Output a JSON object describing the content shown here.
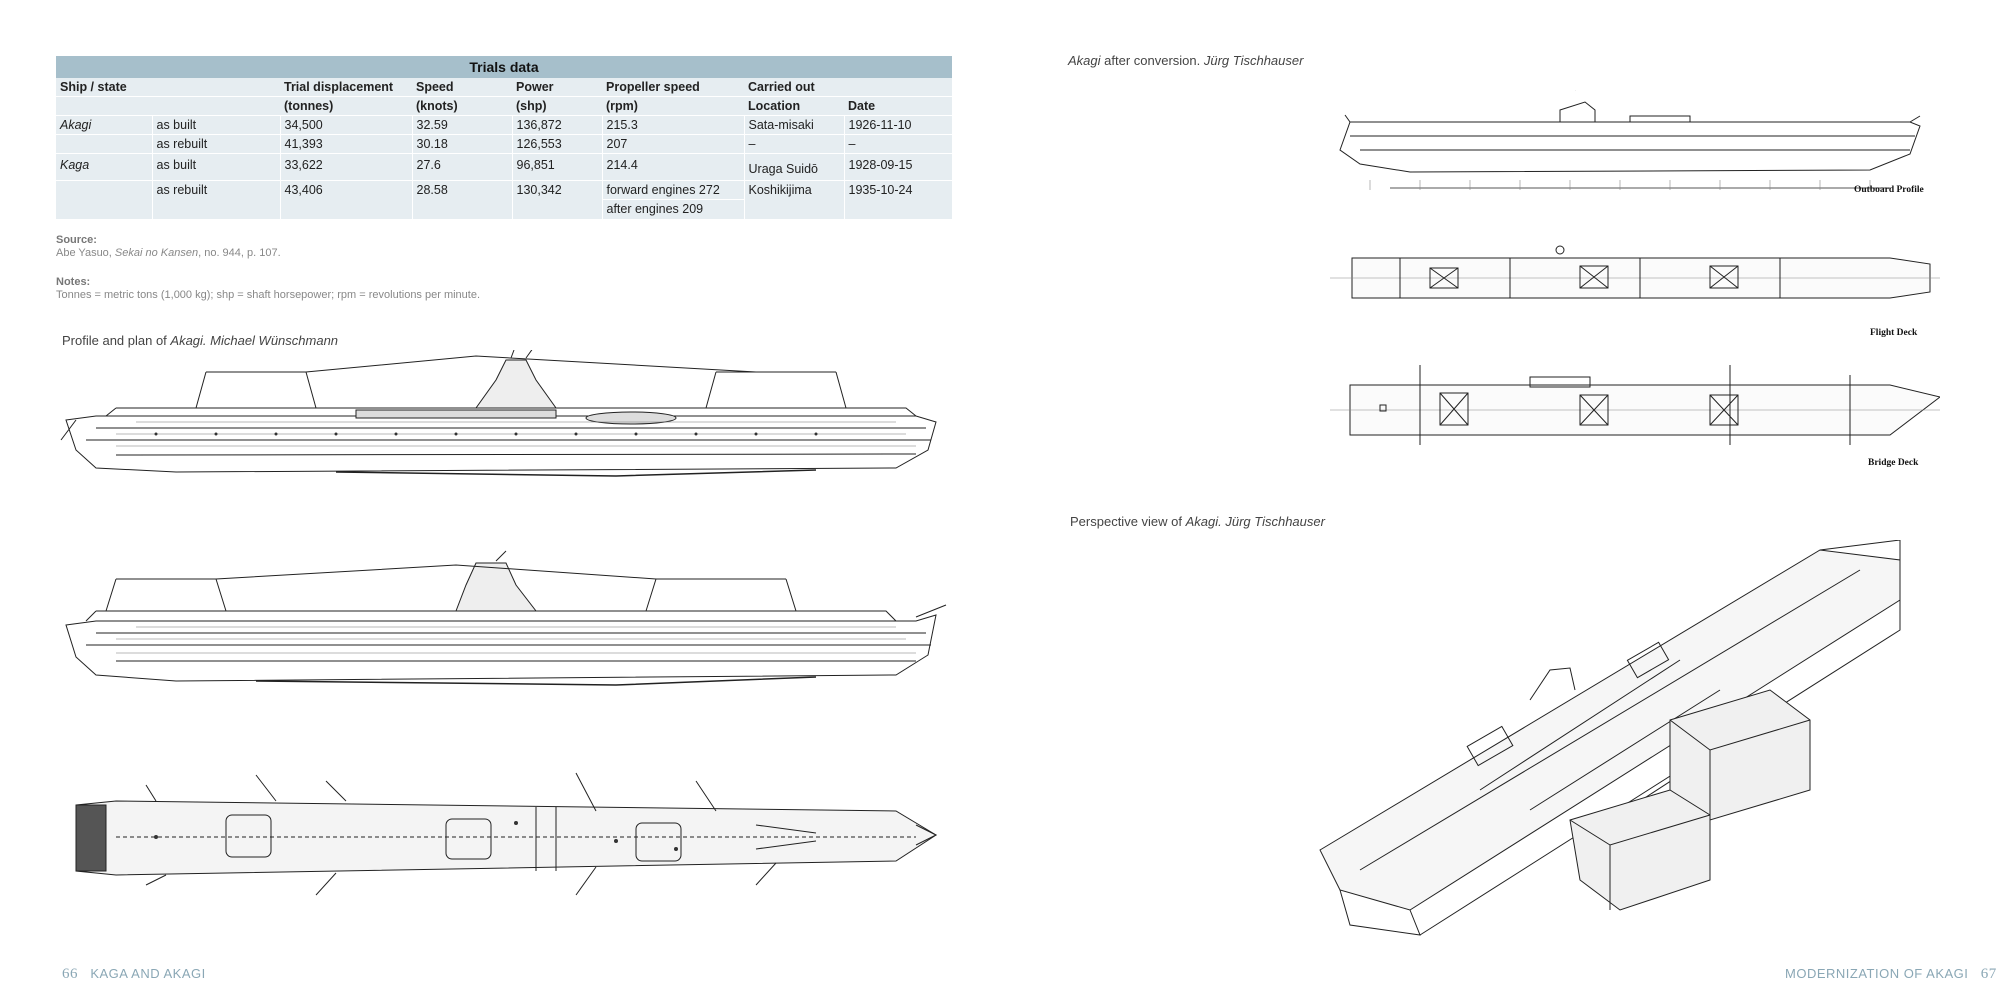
{
  "trials_table": {
    "title": "Trials data",
    "headers1": [
      "Ship / state",
      "Trial displacement",
      "Speed",
      "Power",
      "Propeller speed",
      "Carried out"
    ],
    "headers2": [
      "(tonnes)",
      "(knots)",
      "(shp)",
      "(rpm)",
      "Location",
      "Date"
    ],
    "rows": [
      {
        "ship": "Akagi",
        "state": "as built",
        "disp": "34,500",
        "speed": "32.59",
        "power": "136,872",
        "rpm": "215.3",
        "rpm2": "",
        "loc": "Sata-misaki",
        "date": "1926-11-10"
      },
      {
        "ship": "",
        "state": "as rebuilt",
        "disp": "41,393",
        "speed": "30.18",
        "power": "126,553",
        "rpm": "207",
        "rpm2": "",
        "loc": "–",
        "date": "–"
      },
      {
        "ship": "Kaga",
        "state": "as built",
        "disp": "33,622",
        "speed": "27.6",
        "power": "96,851",
        "rpm": "214.4",
        "rpm2": "",
        "loc": "Uraga Suidō",
        "date": "1928-09-15"
      },
      {
        "ship": "",
        "state": "as rebuilt",
        "disp": "43,406",
        "speed": "28.58",
        "power": "130,342",
        "rpm": "forward engines 272",
        "rpm2": "after engines 209",
        "loc": "Koshikijima",
        "date": "1935-10-24"
      }
    ]
  },
  "source": {
    "label": "Source:",
    "author": "Abe Yasuo, ",
    "work": "Sekai no Kansen",
    "rest": ", no. 944, p. 107."
  },
  "notes": {
    "label": "Notes:",
    "text": "Tonnes = metric tons (1,000 kg); shp = shaft horsepower; rpm = revolutions per minute."
  },
  "captions": {
    "profile_prefix": "Profile and plan of ",
    "profile_ship": "Akagi. Michael Wünschmann",
    "conversion_ship": "Akagi",
    "conversion_rest": " after conversion. ",
    "conversion_credit": "Jürg Tischhauser",
    "perspective_prefix": "Perspective view of ",
    "perspective_ship": "Akagi. Jürg Tischhauser"
  },
  "drawing_labels": {
    "outboard": "Outboard Profile",
    "flight": "Flight Deck",
    "bridge": "Bridge Deck"
  },
  "footer": {
    "left_num": "66",
    "left_title": "KAGA AND AKAGI",
    "right_title": "MODERNIZATION OF AKAGI",
    "right_num": "67"
  }
}
